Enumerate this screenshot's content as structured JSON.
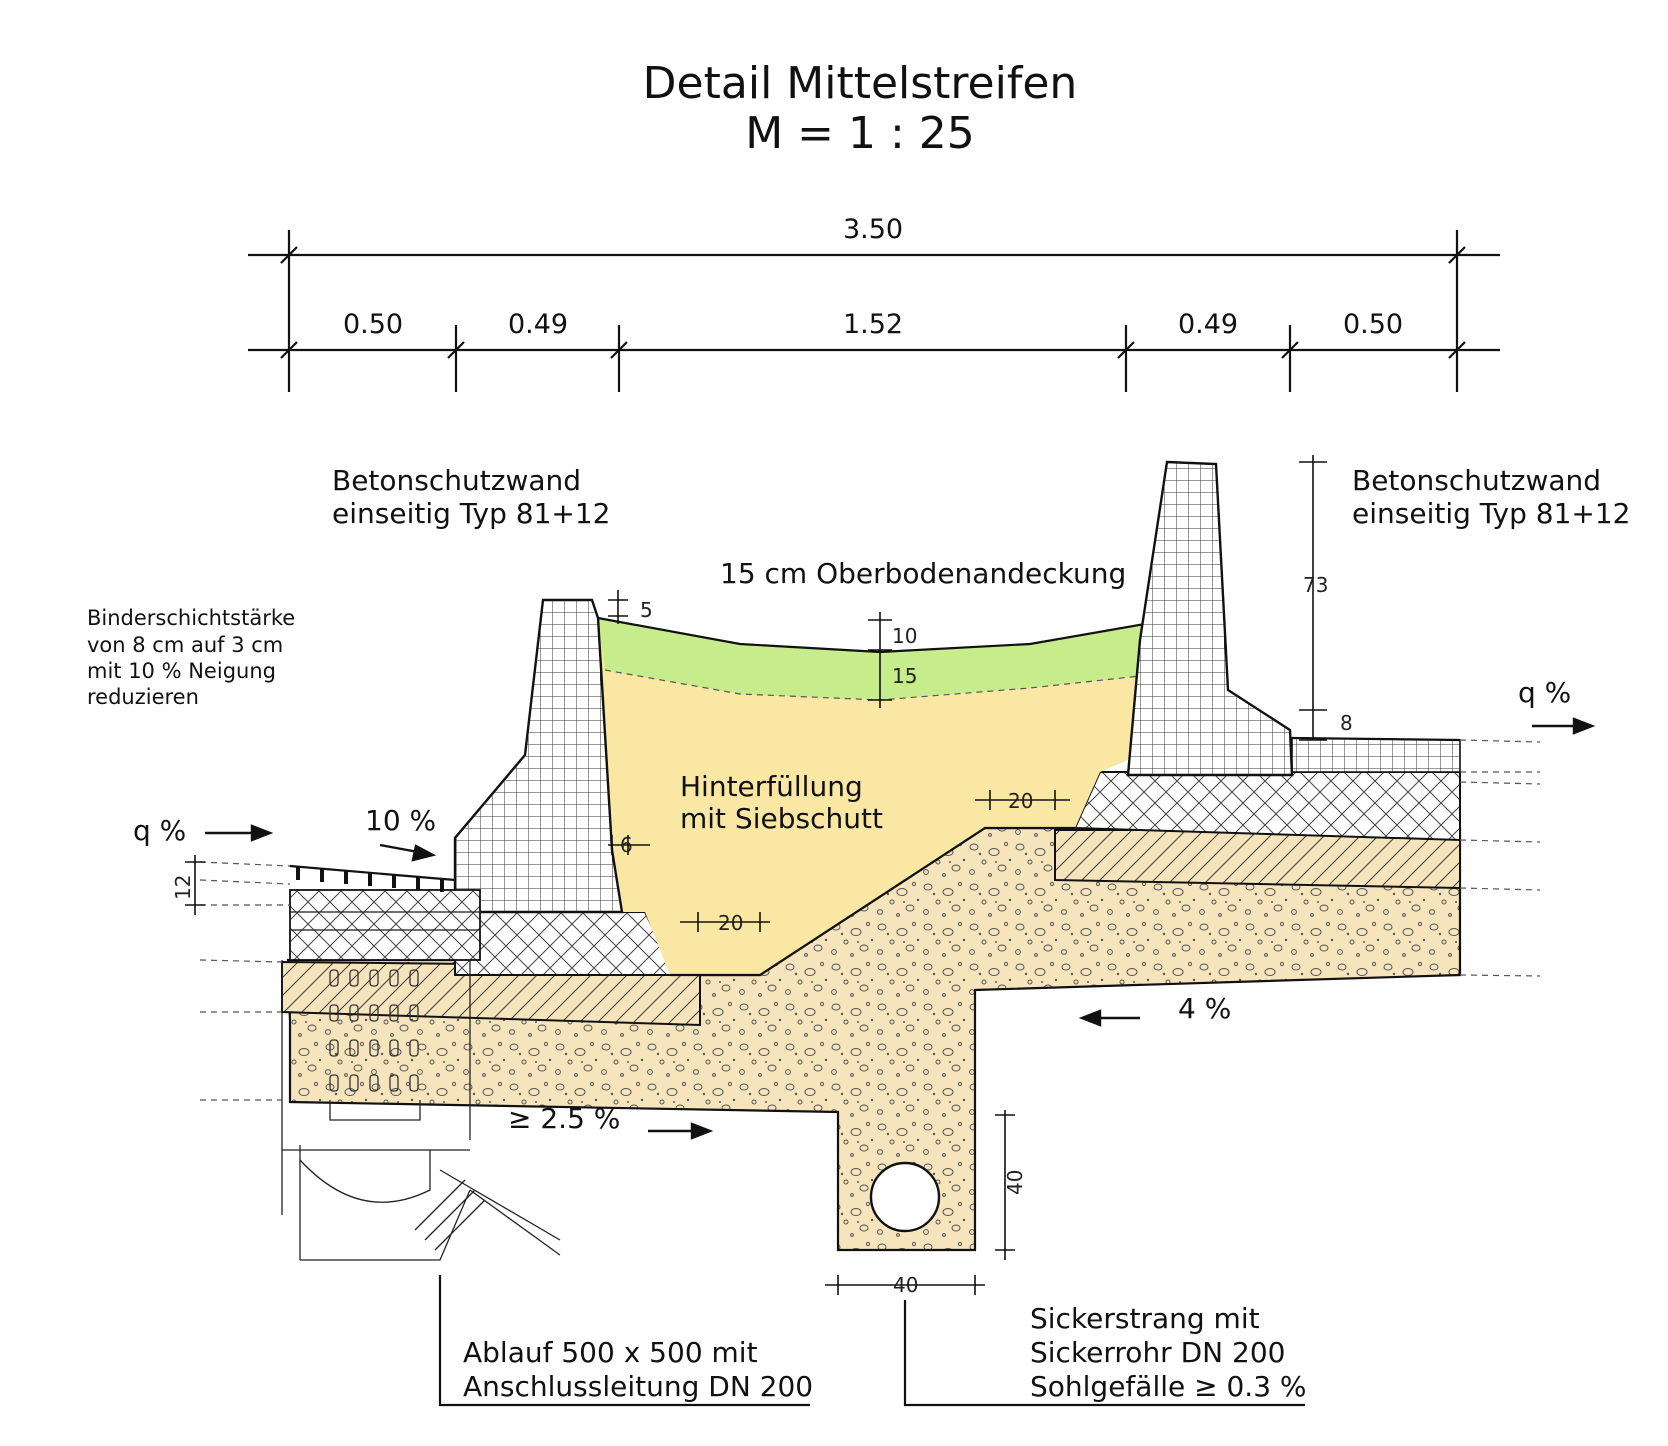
{
  "title": {
    "line1": "Detail Mittelstreifen",
    "line2": "M = 1 : 25"
  },
  "dimensions": {
    "total": "3.50",
    "segments": [
      "0.50",
      "0.49",
      "1.52",
      "0.49",
      "0.50"
    ]
  },
  "labels": {
    "wall_left_1": "Betonschutzwand",
    "wall_left_2": "einseitig Typ 81+12",
    "wall_right_1": "Betonschutzwand",
    "wall_right_2": "einseitig Typ 81+12",
    "topsoil": "15 cm Oberbodenandeckung",
    "binder_1": "Binderschichtstärke",
    "binder_2": "von 8 cm auf 3 cm",
    "binder_3": "mit 10 % Neigung",
    "binder_4": "reduzieren",
    "fill_1": "Hinterfüllung",
    "fill_2": "mit Siebschutt",
    "drain_1": "Ablauf 500 x 500 mit",
    "drain_2": "Anschlussleitung DN 200",
    "seep_1": "Sickerstrang mit",
    "seep_2": "Sickerrohr DN 200",
    "seep_3": "Sohlgefälle ≥ 0.3 %"
  },
  "slopes": {
    "q_left": "q %",
    "ten_pct": "10 %",
    "q_right": "q %",
    "four_pct": "4 %",
    "min_slope": "≥ 2.5 %"
  },
  "measures": {
    "m5": "5",
    "m10": "10",
    "m15": "15",
    "m73": "73",
    "m8": "8",
    "m20a": "20",
    "m20b": "20",
    "m6": "6",
    "m12": "12",
    "m40v": "40",
    "m40h": "40"
  },
  "colors": {
    "topsoil": "#c6ec8c",
    "backfill": "#fae7a4",
    "gravel": "#f5e4bc",
    "concrete_hatch": "#444444"
  }
}
